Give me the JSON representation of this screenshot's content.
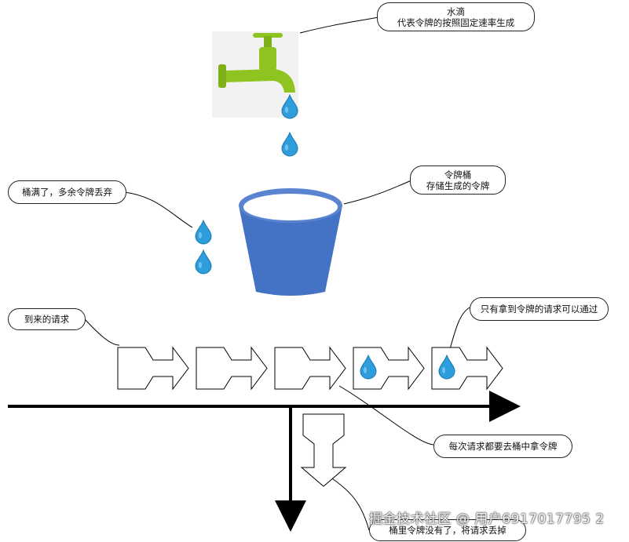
{
  "callouts": {
    "water_drop_title": "水滴",
    "water_drop_desc": "代表令牌的按照固定速率生成",
    "bucket_title": "令牌桶",
    "bucket_desc": "存储生成的令牌",
    "overflow": "桶满了，多余令牌丢弃",
    "incoming": "到来的请求",
    "pass": "只有拿到令牌的请求可以通过",
    "take_token": "每次请求都要去桶中拿令牌",
    "discard": "桶里令牌没有了，将请求丢掉"
  },
  "watermark": "掘金技术社区 @ 用户6917017795 2",
  "requests": [
    {
      "has_token": false
    },
    {
      "has_token": false
    },
    {
      "has_token": false
    },
    {
      "has_token": true
    },
    {
      "has_token": true
    }
  ],
  "colors": {
    "faucet": "#8fc31f",
    "drop": "#2d9ddb",
    "bucket": "#4472c4",
    "bucket_rim": "#5b84d0",
    "line": "#000000"
  }
}
